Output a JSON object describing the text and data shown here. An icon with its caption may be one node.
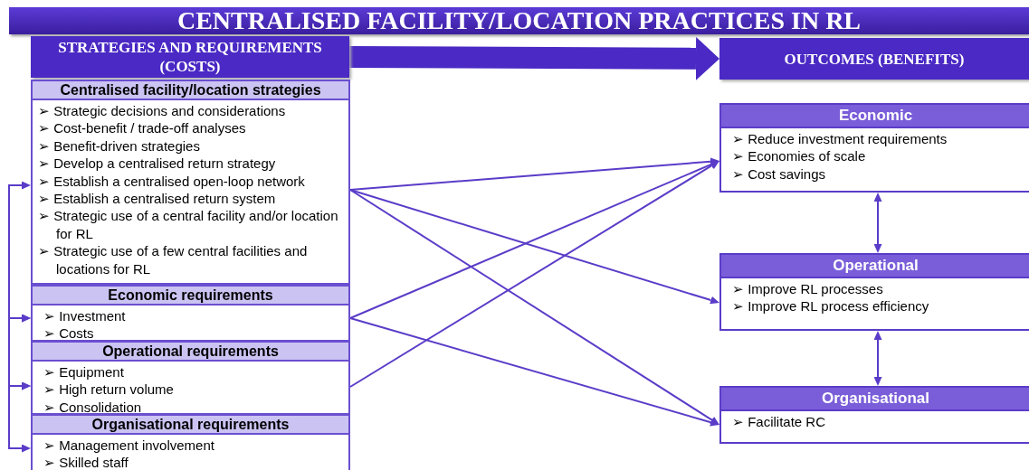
{
  "diagram": {
    "title": "CENTRALISED FACILITY/LOCATION PRACTICES IN RL",
    "nodes": [
      {
        "text": [
          "STRATEGIES AND REQUIREMENTS (COSTS)"
        ]
      },
      {
        "text": [
          "OUTCOMES (BENEFITS)"
        ]
      },
      {
        "text": [
          "Centralised facility/location strategies",
          "➢ Strategic decisions and considerations",
          "➢ Cost-benefit / trade-off analyses",
          "➢ Benefit-driven strategies",
          "➢ Develop a centralised return strategy",
          "➢ Establish a centralised open-loop network",
          "➢ Establish a centralised return system",
          "➢ Strategic use of a central facility and/or location for RL",
          "➢ Strategic use of a few central facilities and locations for RL"
        ]
      },
      {
        "text": [
          "Economic requirements",
          "➢ Investment",
          "➢ Costs"
        ]
      },
      {
        "text": [
          "Operational requirements",
          "➢ Equipment",
          "➢ High return volume",
          "➢ Consolidation"
        ]
      },
      {
        "text": [
          "Organisational requirements",
          "➢ Management involvement",
          "➢ Skilled staff"
        ]
      },
      {
        "text": [
          "Economic",
          "➢ Reduce investment requirements",
          "➢ Economies of scale",
          "➢ Cost savings"
        ]
      },
      {
        "text": [
          "Operational",
          "➢ Improve RL processes",
          "➢ Improve RL process efficiency"
        ]
      },
      {
        "text": [
          "Organisational",
          "➢ Facilitate RC"
        ]
      }
    ],
    "edges": [
      {
        "from": 0,
        "to": 1,
        "arrow": "to",
        "style": "thick"
      },
      {
        "from": 2,
        "to": 6,
        "arrow": "to"
      },
      {
        "from": 2,
        "to": 7,
        "arrow": "to"
      },
      {
        "from": 2,
        "to": 8,
        "arrow": "to"
      },
      {
        "from": 3,
        "to": 6,
        "arrow": "to"
      },
      {
        "from": 3,
        "to": 8,
        "arrow": "to"
      },
      {
        "from": 4,
        "to": 6,
        "arrow": "to"
      },
      {
        "from": 6,
        "to": 7,
        "arrow": "both"
      },
      {
        "from": 7,
        "to": 8,
        "arrow": "both"
      },
      {
        "from": 2,
        "to": 3,
        "arrow": "both"
      },
      {
        "from": 3,
        "to": 4,
        "arrow": "both"
      },
      {
        "from": 4,
        "to": 5,
        "arrow": "both"
      }
    ]
  }
}
